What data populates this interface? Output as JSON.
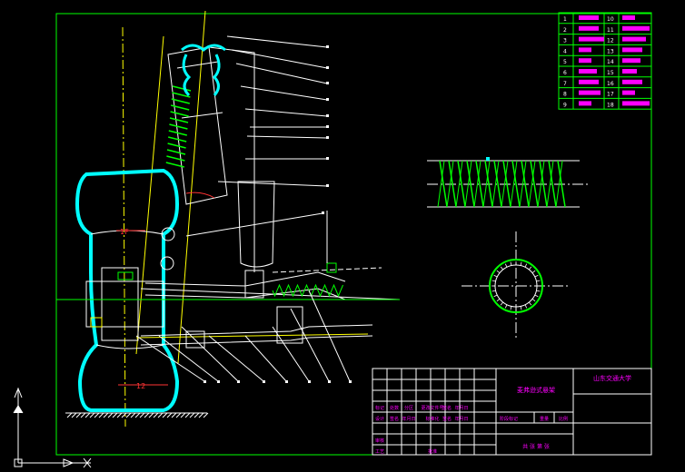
{
  "colors": {
    "background": "#000000",
    "frame": "#00ff00",
    "outline": "#ffffff",
    "leader": "#ffffff",
    "centerline": "#ffff00",
    "accent": "#ff00ff",
    "tire": "#00ffff",
    "label_red": "#ff3333"
  },
  "parts_table": {
    "left_numbers": [
      "1",
      "2",
      "3",
      "4",
      "5",
      "6",
      "7",
      "8",
      "9"
    ],
    "right_numbers": [
      "10",
      "11",
      "12",
      "13",
      "14",
      "15",
      "16",
      "17",
      "18"
    ]
  },
  "annotations": {
    "label_a": "1F",
    "label_b": "12"
  },
  "title_block": {
    "drawing_title": "麦弗逊式悬架",
    "school": "山东交通大学",
    "footer": "共 张 第 张",
    "rows": [
      [
        "标记",
        "处数",
        "分区",
        "更改文件号",
        "签名",
        "年月日"
      ],
      [
        "设计",
        "签名",
        "年月日",
        "标准化",
        "签名",
        "年月日"
      ],
      [
        "审核",
        "",
        "",
        "",
        "",
        ""
      ],
      [
        "工艺",
        "",
        "",
        "批准",
        "",
        ""
      ]
    ],
    "stage_labels": [
      "阶段标记",
      "重量",
      "比例"
    ]
  },
  "icons": {
    "ucs": "ucs-axis-icon"
  }
}
